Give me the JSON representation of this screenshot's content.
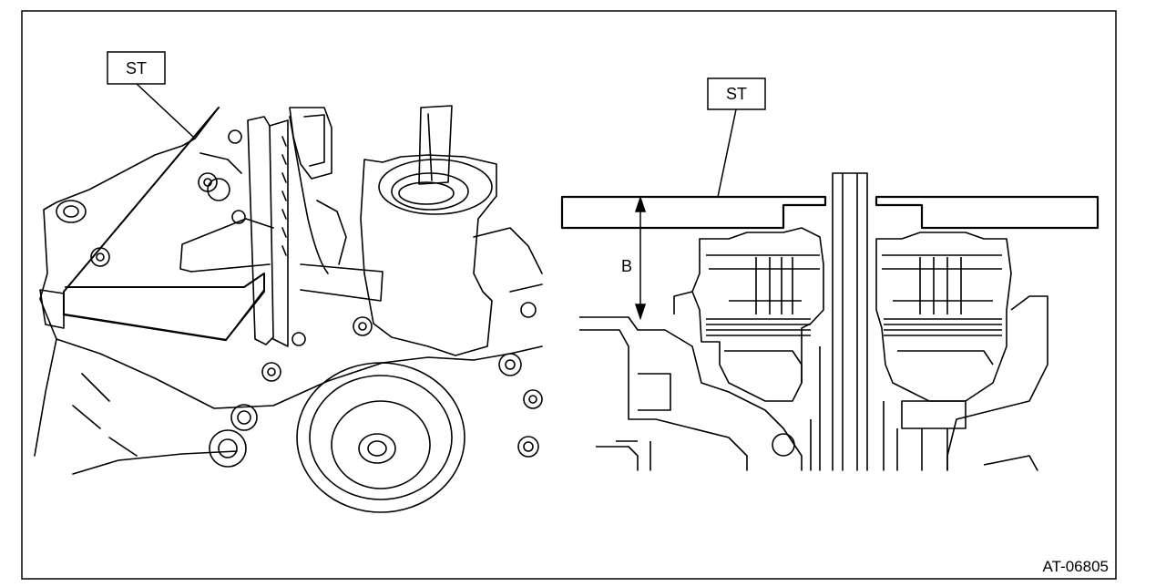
{
  "figure": {
    "code": "AT-06805",
    "colors": {
      "ink": "#000000",
      "paper": "#ffffff"
    }
  },
  "left_view": {
    "callout": {
      "label": "ST"
    }
  },
  "right_view": {
    "callout": {
      "label": "ST"
    },
    "dimension": {
      "label": "B"
    }
  }
}
